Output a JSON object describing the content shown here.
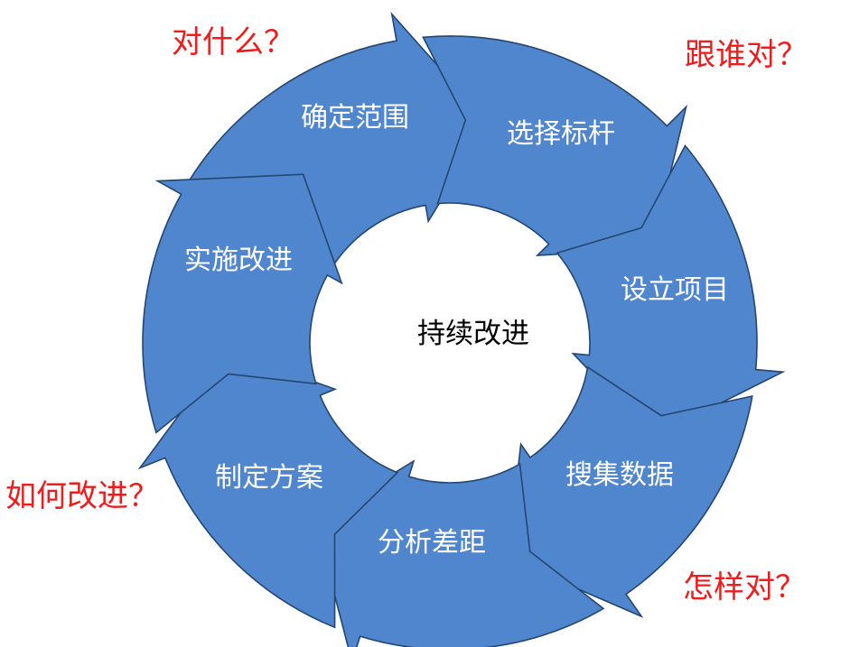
{
  "center": {
    "label": "持续改进"
  },
  "steps": [
    {
      "label": "确定范围"
    },
    {
      "label": "选择标杆"
    },
    {
      "label": "设立项目"
    },
    {
      "label": "搜集数据"
    },
    {
      "label": "分析差距"
    },
    {
      "label": "制定方案"
    },
    {
      "label": "实施改进"
    }
  ],
  "questions": {
    "what": "对什么？",
    "who": "跟谁对？",
    "how_compare": "怎样对？",
    "how_improve": "如何改进？"
  },
  "colors": {
    "segment": "#4f86cd",
    "segment_border": "#24466f",
    "question": "#ee1c1c",
    "center_text": "#000000"
  }
}
